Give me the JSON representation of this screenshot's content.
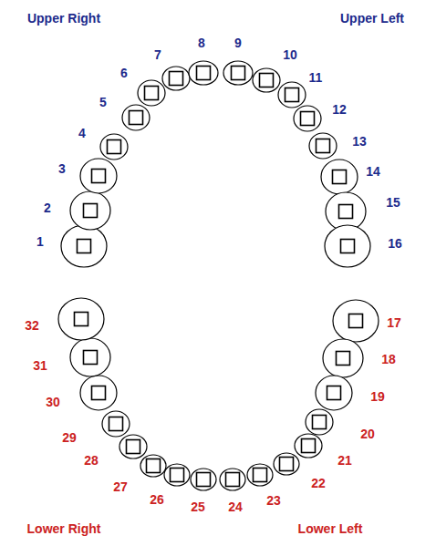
{
  "diagram": {
    "labels": [
      "Upper Right",
      "Upper Left",
      "1",
      "2",
      "3",
      "4",
      "5",
      "6",
      "7",
      "8",
      "9",
      "10",
      "11",
      "12",
      "13",
      "14",
      "15",
      "16",
      "17",
      "18",
      "19",
      "20",
      "21",
      "22",
      "23",
      "24",
      "25",
      "26",
      "27",
      "28",
      "29",
      "30",
      "31",
      "32",
      "Lower Right",
      "Lower Left"
    ]
  }
}
